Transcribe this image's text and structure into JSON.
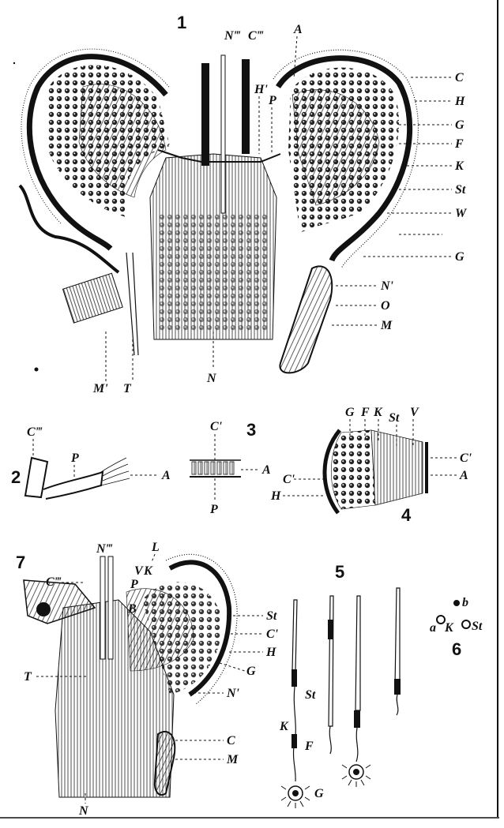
{
  "figures": {
    "fig1": {
      "number": "1",
      "labels": {
        "N3": "N‴",
        "C3": "C‴",
        "A": "A",
        "H1": "H'",
        "P": "P",
        "C": "C",
        "H": "H",
        "G1": "G",
        "F": "F",
        "K": "K",
        "St": "St",
        "W": "W",
        "G2": "G",
        "N1": "N'",
        "O": "O",
        "M": "M",
        "M1": "M'",
        "T": "T",
        "N": "N"
      }
    },
    "fig2": {
      "number": "2",
      "labels": {
        "C3": "C‴",
        "P": "P",
        "A": "A"
      }
    },
    "fig3": {
      "number": "3",
      "labels": {
        "C1": "C'",
        "A": "A",
        "P": "P"
      }
    },
    "fig4": {
      "number": "4",
      "labels": {
        "G": "G",
        "F": "F",
        "K": "K",
        "St": "St",
        "V": "V",
        "C1r": "C'",
        "A": "A",
        "C1l": "C'",
        "H": "H"
      }
    },
    "fig5": {
      "number": "5",
      "labels": {
        "St": "St",
        "K": "K",
        "F": "F",
        "G": "G"
      }
    },
    "fig6": {
      "number": "6",
      "labels": {
        "b": "b",
        "a": "a",
        "K": "K",
        "St": "St"
      }
    },
    "fig7": {
      "number": "7",
      "labels": {
        "N3": "N‴",
        "L": "L",
        "V": "V",
        "K": "K",
        "C2": "C‴",
        "P": "P",
        "B": "B",
        "St": "St",
        "C1": "C'",
        "H": "H",
        "G": "G",
        "T": "T",
        "N1": "N'",
        "C": "C",
        "M": "M",
        "N": "N"
      }
    }
  }
}
